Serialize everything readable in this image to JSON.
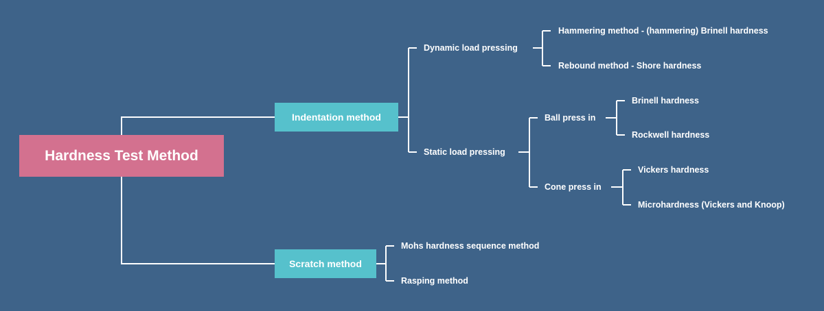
{
  "colors": {
    "background": "#3e6389",
    "root": "#d3718f",
    "branch": "#56c1cc",
    "line": "#ffffff"
  },
  "root": {
    "label": "Hardness Test Method"
  },
  "indentation": {
    "label": "Indentation method",
    "dynamic": {
      "label": "Dynamic load pressing",
      "hammering": "Hammering method - (hammering) Brinell hardness",
      "rebound": "Rebound method - Shore hardness"
    },
    "static": {
      "label": "Static load pressing",
      "ball": {
        "label": "Ball press in",
        "brinell": "Brinell hardness",
        "rockwell": "Rockwell hardness"
      },
      "cone": {
        "label": "Cone press in",
        "vickers": "Vickers hardness",
        "micro": "Microhardness (Vickers and Knoop)"
      }
    }
  },
  "scratch": {
    "label": "Scratch method",
    "mohs": "Mohs hardness sequence method",
    "rasping": "Rasping method"
  }
}
